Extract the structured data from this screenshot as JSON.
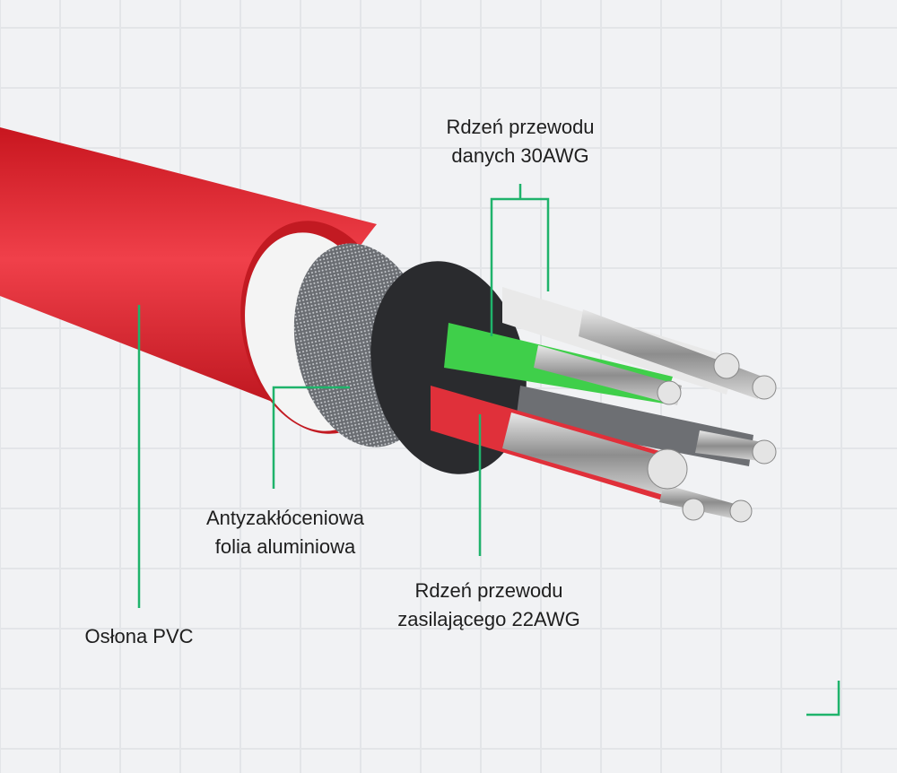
{
  "labels": {
    "data_core": {
      "line1": "Rdzeń przewodu",
      "line2": "danych 30AWG"
    },
    "foil": {
      "line1": "Antyzakłóceniowa",
      "line2": "folia aluminiowa"
    },
    "power_core": {
      "line1": "Rdzeń przewodu",
      "line2": "zasilającego 22AWG"
    },
    "jacket": {
      "line1": "Osłona PVC"
    }
  },
  "colors": {
    "accent": "#1fb36b",
    "jacket": "#e3262f",
    "data_wire": "#3fcf4a",
    "power_wire": "#e0303a"
  }
}
